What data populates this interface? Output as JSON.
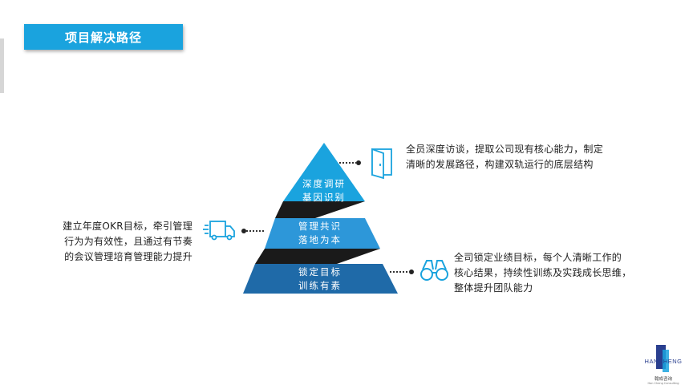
{
  "header": {
    "title": "项目解决路径"
  },
  "pyramid": {
    "colors": {
      "top": "#1aa3de",
      "middle": "#2d97d9",
      "bottom": "#1f6aa8",
      "link": "#1a1a1a"
    },
    "tiers": [
      {
        "line1": "深度调研",
        "line2": "基因识别"
      },
      {
        "line1": "管理共识",
        "line2": "落地为本"
      },
      {
        "line1": "锁定目标",
        "line2": "训练有素"
      }
    ]
  },
  "descriptions": {
    "top_right": [
      "全员深度访谈，提取公司现有核心能力，制定",
      "清晰的发展路径，构建双轨运行的底层结构"
    ],
    "middle_left": [
      "建立年度OKR目标，牵引管理",
      "行为为有效性，且通过有节奏",
      "的会议管理培育管理能力提升"
    ],
    "bottom_right": [
      "全司锁定业绩目标，每个人清晰工作的",
      "核心结果，持续性训练及实践成长思维，",
      "整体提升团队能力"
    ]
  },
  "icons": {
    "top": "door-icon",
    "middle": "truck-icon",
    "bottom": "binoculars-icon",
    "accent": "#1aa3de"
  },
  "logo": {
    "text": "HANCHENG",
    "cn": "翰成咨询",
    "en": "Han Cheng Consulting"
  }
}
